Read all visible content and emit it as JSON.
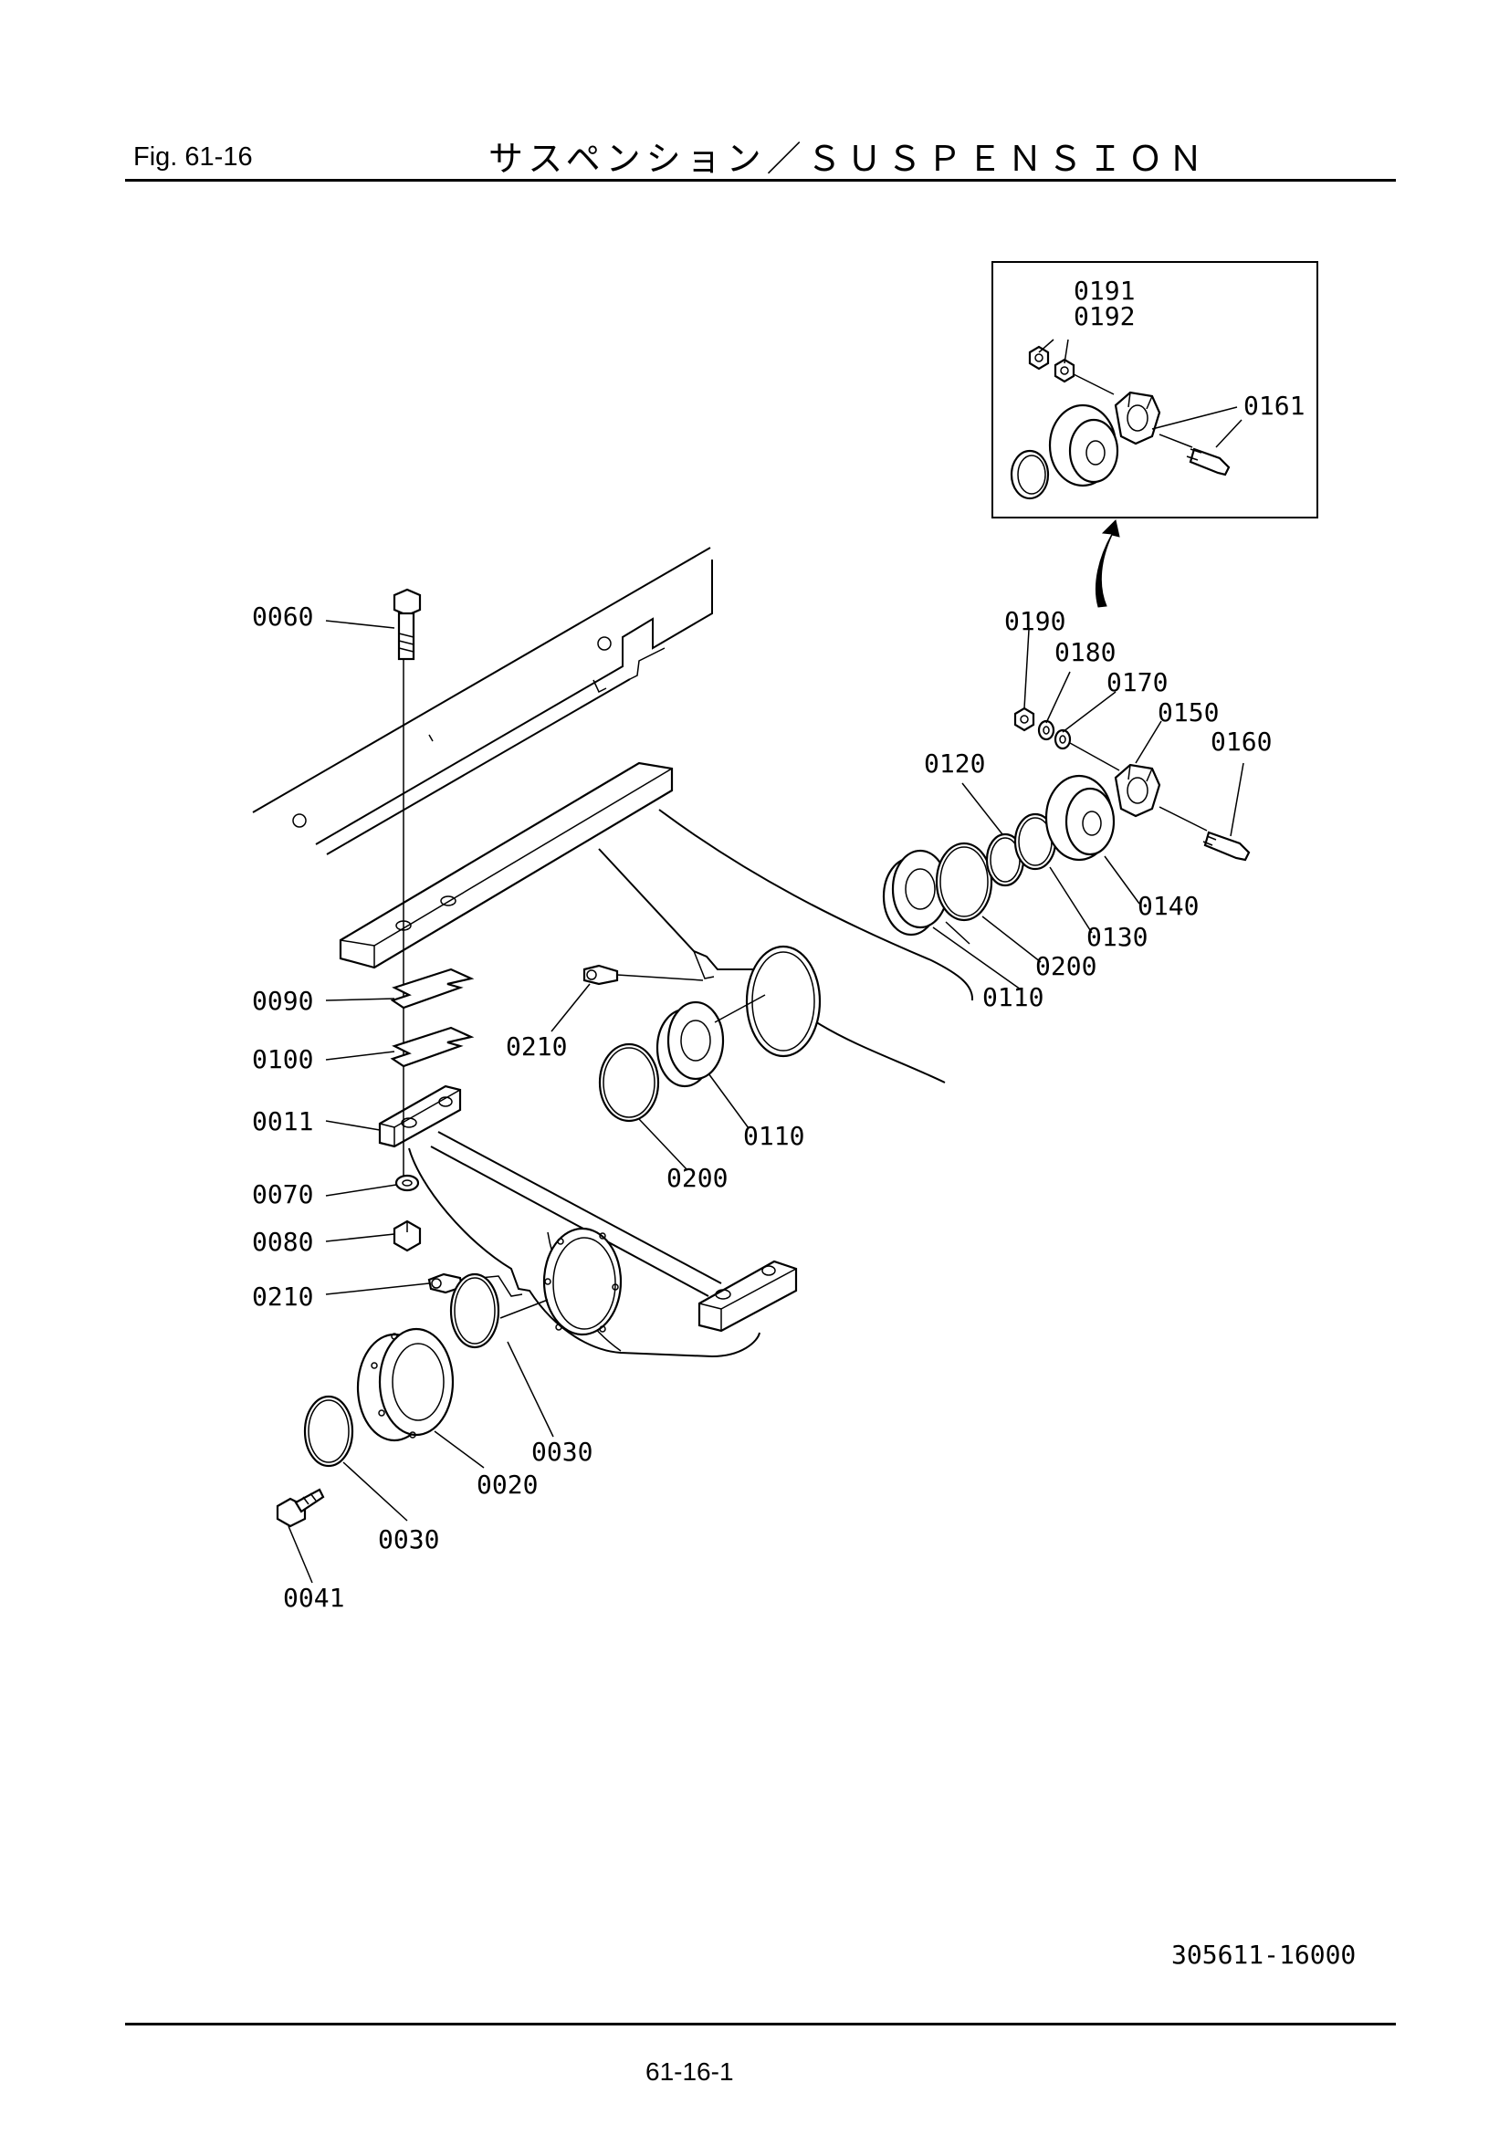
{
  "header": {
    "figure": "Fig.  61-16",
    "title": "サスペンション／ＳＵＳＰＥＮＳＩＯＮ"
  },
  "footer": {
    "drawing_number": "305611-16000",
    "page_number": "61-16-1"
  },
  "callouts": {
    "c0191": "0191",
    "c0192": "0192",
    "c0161": "0161",
    "c0060": "0060",
    "c0190": "0190",
    "c0180": "0180",
    "c0170": "0170",
    "c0150": "0150",
    "c0160": "0160",
    "c0120": "0120",
    "c0140": "0140",
    "c0130": "0130",
    "c0200a": "0200",
    "c0110a": "0110",
    "c0090": "0090",
    "c0210a": "0210",
    "c0100": "0100",
    "c0110b": "0110",
    "c0011": "0011",
    "c0200b": "0200",
    "c0070": "0070",
    "c0080": "0080",
    "c0210b": "0210",
    "c0030a": "0030",
    "c0020": "0020",
    "c0030b": "0030",
    "c0041": "0041"
  }
}
